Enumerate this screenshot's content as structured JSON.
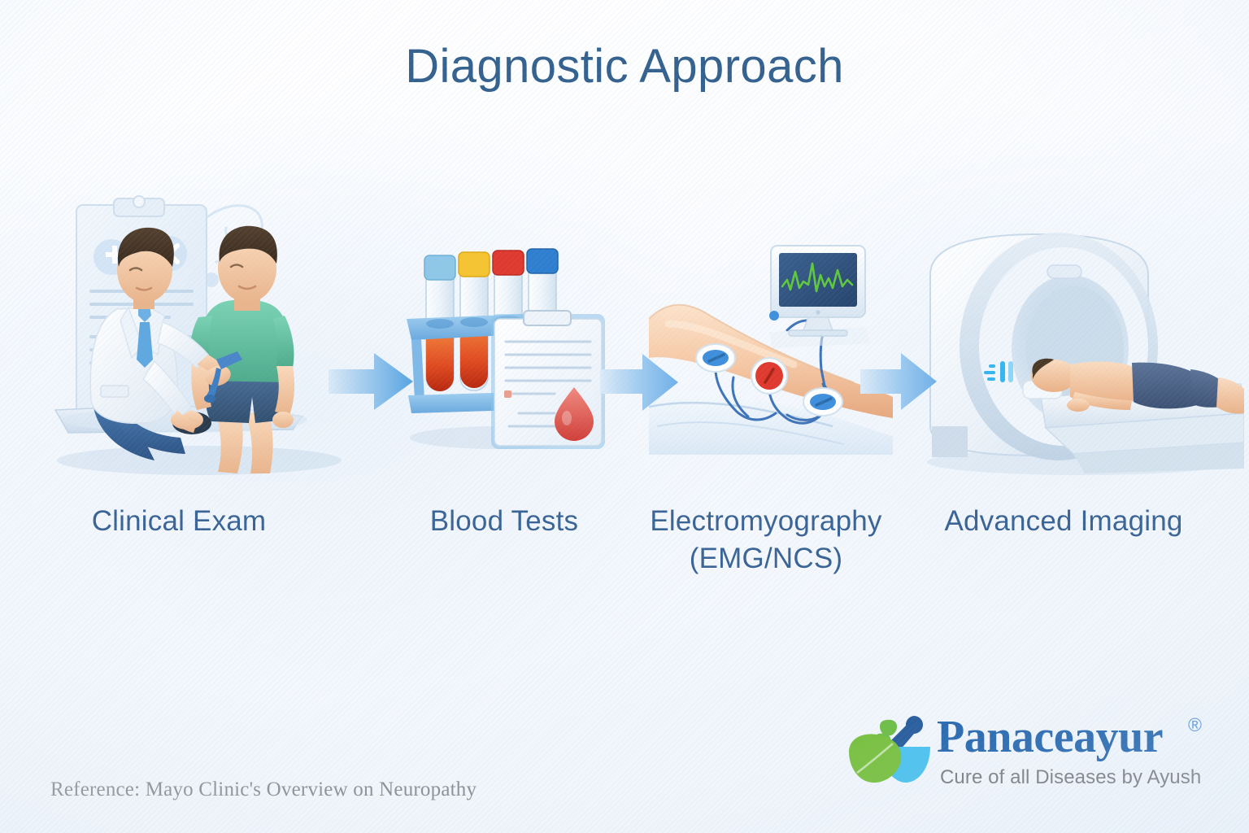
{
  "title": "Diagnostic Approach",
  "theme": {
    "title_color": "#34618e",
    "label_color": "#3a6496",
    "reference_color": "#8c8f93",
    "arrow_color": "#6fb0e8",
    "background": "#fdfdfe",
    "brand_blue": "#2a6ab0",
    "brand_green": "#7ac143",
    "brand_cyan": "#4ec3ef"
  },
  "steps": [
    {
      "index": 1,
      "label": "Clinical Exam",
      "label_line2": "",
      "icon": "doctor-examining-patient-illustration",
      "art": {
        "clipboard": "medical-clipboard",
        "doctor_coat": "#ffffff",
        "doctor_tie": "#5fa8e0",
        "patient_shirt": "#63c2a4",
        "patient_shorts": "#3f5f86",
        "reflex_hammer": "#3f7fc4"
      }
    },
    {
      "index": 2,
      "label": "Blood Tests",
      "label_line2": "",
      "icon": "blood-test-tubes-illustration",
      "art": {
        "rack_color": "#7fb9e8",
        "tube_caps": [
          "#8fc7e8",
          "#f5c430",
          "#e03a2f",
          "#2f7fd0"
        ],
        "blood_color": "#d9431f",
        "blood_drop": "#e0574f",
        "clipboard": "#f4f8fc"
      }
    },
    {
      "index": 3,
      "label": "Electromyography",
      "label_line2": "(EMG/NCS)",
      "icon": "emg-electrodes-monitor-illustration",
      "art": {
        "skin": "#f6cfae",
        "electrodes": [
          "#3f8fdc",
          "#e03a2f",
          "#3f8fdc"
        ],
        "monitor_screen": "#2e5280",
        "waveform": "#5fc83c",
        "lead_wire": "#3f74b8"
      }
    },
    {
      "index": 4,
      "label": "Advanced Imaging",
      "label_line2": "",
      "icon": "mri-scanner-illustration",
      "art": {
        "scanner_body": "#eef3f9",
        "scanner_ring": "#cfdeec",
        "patient_pants": "#4a5f82",
        "skin": "#f4cba7",
        "panel_indicator": "#35b6f0"
      }
    }
  ],
  "arrows": [
    {
      "name": "arrow-1",
      "from": "Clinical Exam",
      "to": "Blood Tests"
    },
    {
      "name": "arrow-2",
      "from": "Blood Tests",
      "to": "Electromyography"
    },
    {
      "name": "arrow-3",
      "from": "Electromyography",
      "to": "Advanced Imaging"
    }
  ],
  "reference": "Reference: Mayo Clinic's Overview on Neuropathy",
  "logo": {
    "wordmark": "Panaceayur",
    "registered": "®",
    "tagline": "Cure of all Diseases by Ayush",
    "mark": "mortar-pestle-leaf-logo"
  }
}
